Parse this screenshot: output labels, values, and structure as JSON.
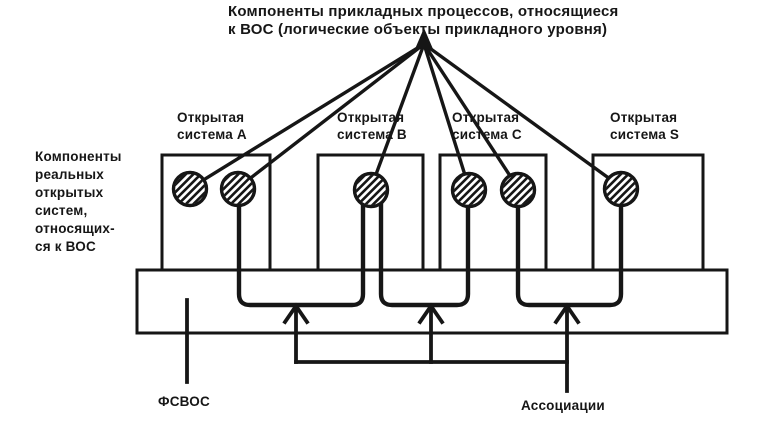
{
  "colors": {
    "ink": "#161616",
    "paper": "#ffffff"
  },
  "captions": {
    "top_line1": "Компоненты прикладных процессов, относящиеся",
    "top_line2": "к ВОС (логические объекты прикладного уровня)",
    "left_lines": [
      "Компоненты",
      "реальных",
      "открытых",
      "систем,",
      "относящих-",
      "ся к ВОС"
    ]
  },
  "systems": [
    {
      "name": "A",
      "label_line1": "Открытая",
      "label_line2": "система A",
      "objects": 2
    },
    {
      "name": "B",
      "label_line1": "Открытая",
      "label_line2": "система B",
      "objects": 1
    },
    {
      "name": "C",
      "label_line1": "Открытая",
      "label_line2": "система C",
      "objects": 2
    },
    {
      "name": "S",
      "label_line1": "Открытая",
      "label_line2": "система S",
      "objects": 1
    }
  ],
  "footer": {
    "fsvos_label": "ФСВОС",
    "associations_label": "Ассоциации"
  },
  "associations": [
    {
      "from": "A",
      "to": "B"
    },
    {
      "from": "B",
      "to": "C"
    },
    {
      "from": "C",
      "to": "S"
    }
  ]
}
